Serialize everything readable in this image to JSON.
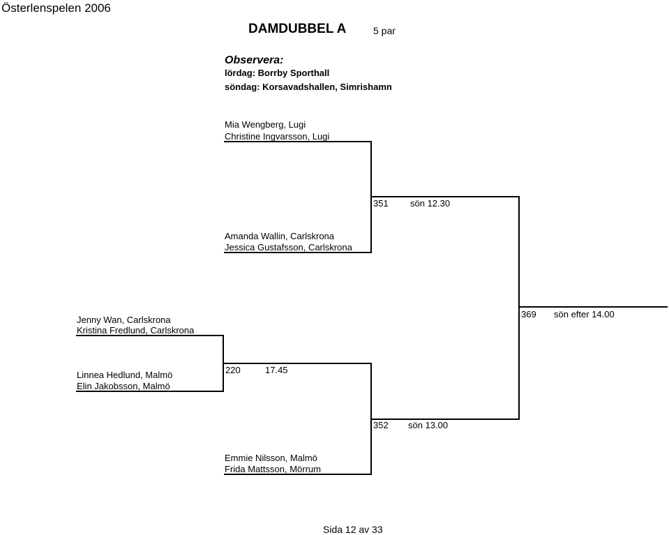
{
  "header": {
    "tournament": "Österlenspelen 2006"
  },
  "event": {
    "title": "DAMDUBBEL A",
    "pairs": "5 par"
  },
  "notice": {
    "heading": "Observera:",
    "saturday": "lördag:  Borrby Sporthall",
    "sunday": "söndag:  Korsavadshallen, Simrishamn"
  },
  "teams": {
    "t1": {
      "p1": "Mia Wengberg, Lugi",
      "p2": "Christine Ingvarsson, Lugi"
    },
    "t2": {
      "p1": "Amanda Wallin, Carlskrona",
      "p2": "Jessica Gustafsson, Carlskrona"
    },
    "t3": {
      "p1": "Jenny Wan, Carlskrona",
      "p2": "Kristina Fredlund, Carlskrona"
    },
    "t4": {
      "p1": "Linnea Hedlund, Malmö",
      "p2": "Elin Jakobsson, Malmö"
    },
    "t5": {
      "p1": "Emmie Nilsson, Malmö",
      "p2": "Frida Mattsson, Mörrum"
    }
  },
  "matches": {
    "m351": {
      "no": "351",
      "time": "sön 12.30"
    },
    "m220": {
      "no": "220",
      "time": "17.45"
    },
    "m352": {
      "no": "352",
      "time": "sön 13.00"
    },
    "m369": {
      "no": "369",
      "time": "sön efter 14.00"
    }
  },
  "footer": {
    "page": "Sida 12 av 33"
  }
}
